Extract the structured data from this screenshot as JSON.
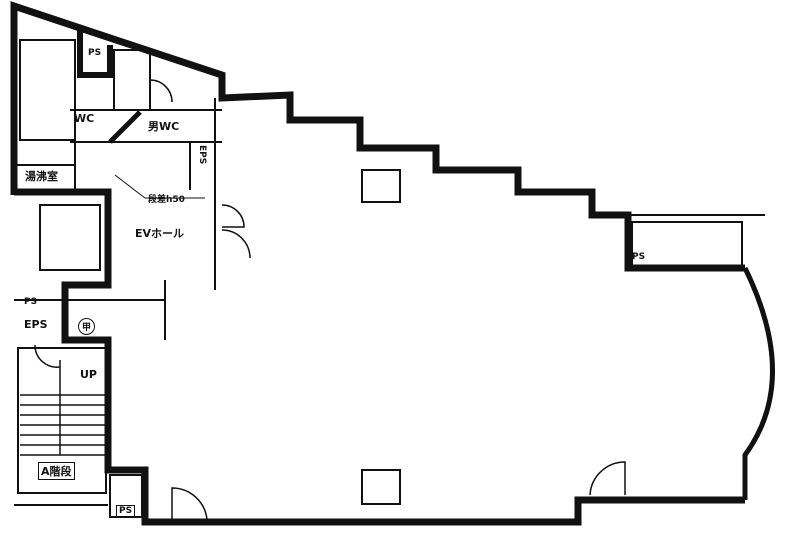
{
  "title": "Floor plan",
  "rooms": {
    "ps_top": "PS",
    "wc": "WC",
    "mens_wc": "男WC",
    "eps_upper": "EPS",
    "kitchenette": "湯沸室",
    "level_note": "段差h50",
    "ev_hall": "EVホール",
    "ps_left": "PS",
    "eps_lower": "EPS",
    "fire_class": "甲",
    "up": "UP",
    "stairs_a": "A階段",
    "ps_bottom": "PS",
    "ps_right": "PS"
  }
}
